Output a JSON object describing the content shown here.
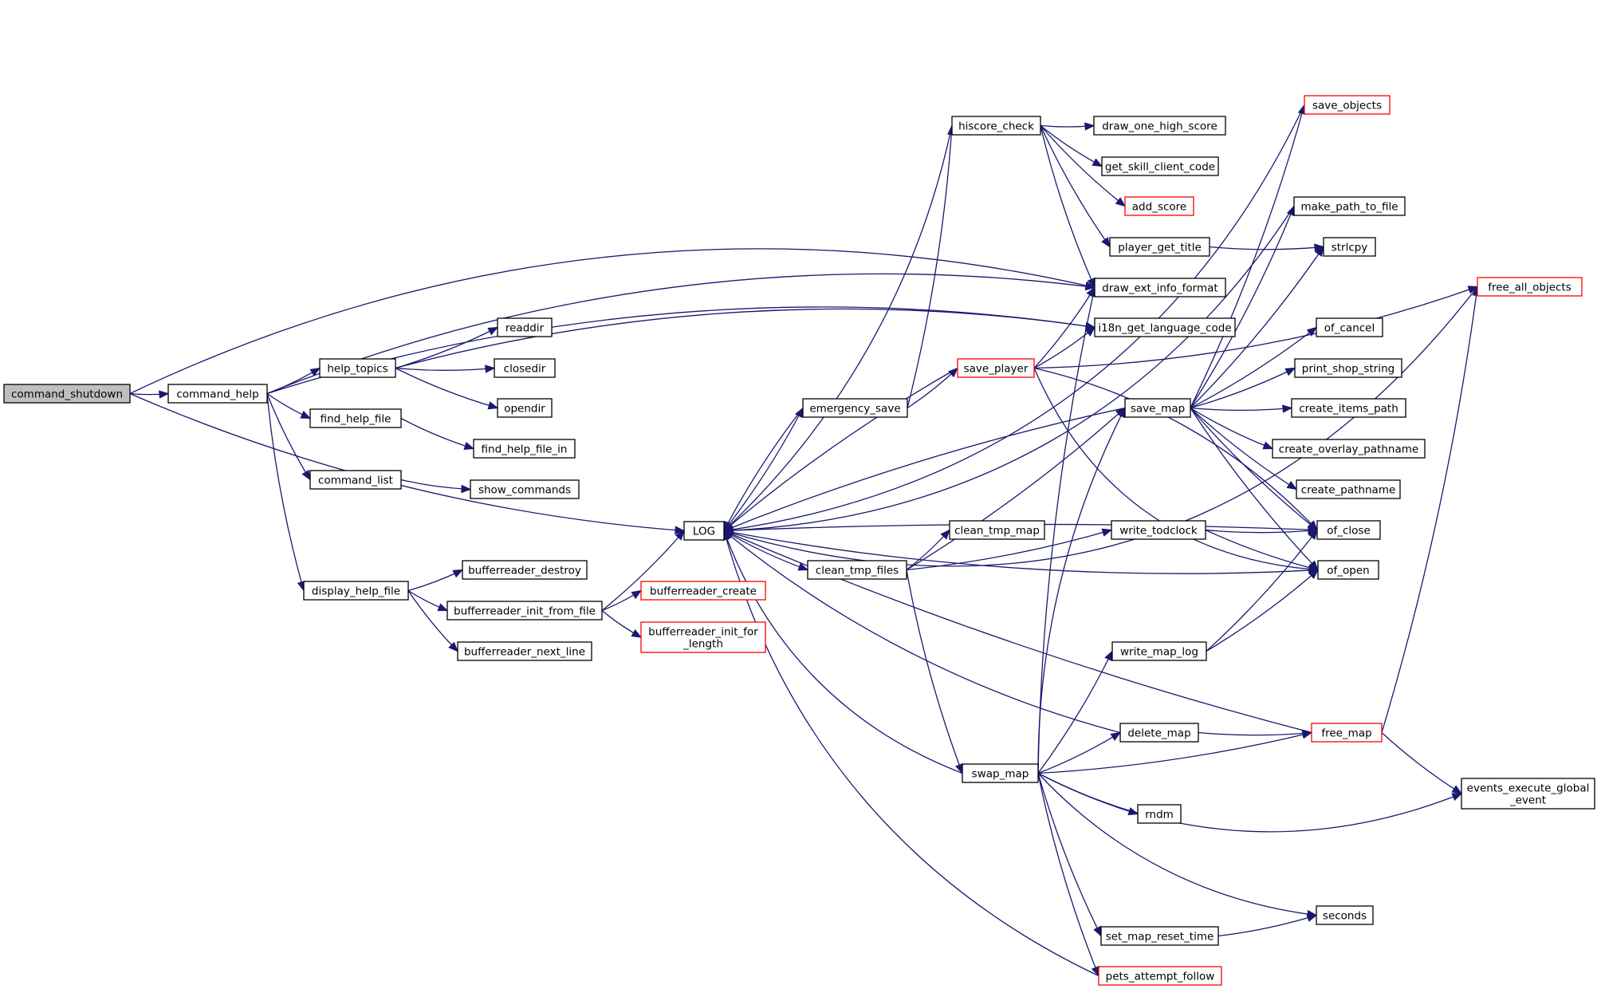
{
  "nodes": [
    {
      "id": "command_shutdown",
      "label": "command_shutdown",
      "style": "root"
    },
    {
      "id": "command_help",
      "label": "command_help"
    },
    {
      "id": "LOG",
      "label": "LOG"
    },
    {
      "id": "help_topics",
      "label": "help_topics"
    },
    {
      "id": "find_help_file",
      "label": "find_help_file"
    },
    {
      "id": "command_list",
      "label": "command_list"
    },
    {
      "id": "display_help_file",
      "label": "display_help_file"
    },
    {
      "id": "readdir",
      "label": "readdir"
    },
    {
      "id": "closedir",
      "label": "closedir"
    },
    {
      "id": "opendir",
      "label": "opendir"
    },
    {
      "id": "find_help_file_in",
      "label": "find_help_file_in"
    },
    {
      "id": "show_commands",
      "label": "show_commands"
    },
    {
      "id": "bufferreader_destroy",
      "label": "bufferreader_destroy"
    },
    {
      "id": "bufferreader_init_from_file",
      "label": "bufferreader_init_from_file"
    },
    {
      "id": "bufferreader_next_line",
      "label": "bufferreader_next_line"
    },
    {
      "id": "bufferreader_create",
      "label": "bufferreader_create",
      "style": "red"
    },
    {
      "id": "bufferreader_init_for_length",
      "label": "bufferreader_init_for\n_length",
      "style": "red"
    },
    {
      "id": "emergency_save",
      "label": "emergency_save"
    },
    {
      "id": "clean_tmp_files",
      "label": "clean_tmp_files"
    },
    {
      "id": "hiscore_check",
      "label": "hiscore_check"
    },
    {
      "id": "save_player",
      "label": "save_player",
      "style": "red"
    },
    {
      "id": "clean_tmp_map",
      "label": "clean_tmp_map"
    },
    {
      "id": "swap_map",
      "label": "swap_map"
    },
    {
      "id": "draw_one_high_score",
      "label": "draw_one_high_score"
    },
    {
      "id": "get_skill_client_code",
      "label": "get_skill_client_code"
    },
    {
      "id": "add_score",
      "label": "add_score",
      "style": "red"
    },
    {
      "id": "player_get_title",
      "label": "player_get_title"
    },
    {
      "id": "draw_ext_info_format",
      "label": "draw_ext_info_format"
    },
    {
      "id": "i18n_get_language_code",
      "label": "i18n_get_language_code"
    },
    {
      "id": "save_map",
      "label": "save_map"
    },
    {
      "id": "write_todclock",
      "label": "write_todclock"
    },
    {
      "id": "write_map_log",
      "label": "write_map_log"
    },
    {
      "id": "delete_map",
      "label": "delete_map"
    },
    {
      "id": "rndm",
      "label": "rndm"
    },
    {
      "id": "set_map_reset_time",
      "label": "set_map_reset_time"
    },
    {
      "id": "pets_attempt_follow",
      "label": "pets_attempt_follow",
      "style": "red"
    },
    {
      "id": "save_objects",
      "label": "save_objects",
      "style": "red"
    },
    {
      "id": "make_path_to_file",
      "label": "make_path_to_file"
    },
    {
      "id": "strlcpy",
      "label": "strlcpy"
    },
    {
      "id": "of_cancel",
      "label": "of_cancel"
    },
    {
      "id": "print_shop_string",
      "label": "print_shop_string"
    },
    {
      "id": "create_items_path",
      "label": "create_items_path"
    },
    {
      "id": "create_overlay_pathname",
      "label": "create_overlay_pathname"
    },
    {
      "id": "create_pathname",
      "label": "create_pathname"
    },
    {
      "id": "of_close",
      "label": "of_close"
    },
    {
      "id": "of_open",
      "label": "of_open"
    },
    {
      "id": "free_map",
      "label": "free_map",
      "style": "red"
    },
    {
      "id": "free_all_objects",
      "label": "free_all_objects",
      "style": "red"
    },
    {
      "id": "events_execute_global_event",
      "label": "events_execute_global\n_event"
    },
    {
      "id": "seconds",
      "label": "seconds"
    }
  ],
  "edges": [
    [
      "command_shutdown",
      "command_help"
    ],
    [
      "command_shutdown",
      "draw_ext_info_format"
    ],
    [
      "command_shutdown",
      "LOG"
    ],
    [
      "command_help",
      "help_topics"
    ],
    [
      "command_help",
      "find_help_file"
    ],
    [
      "command_help",
      "command_list"
    ],
    [
      "command_help",
      "display_help_file"
    ],
    [
      "command_help",
      "draw_ext_info_format"
    ],
    [
      "command_help",
      "i18n_get_language_code"
    ],
    [
      "help_topics",
      "readdir"
    ],
    [
      "help_topics",
      "closedir"
    ],
    [
      "help_topics",
      "opendir"
    ],
    [
      "help_topics",
      "i18n_get_language_code"
    ],
    [
      "find_help_file",
      "find_help_file_in"
    ],
    [
      "command_list",
      "show_commands"
    ],
    [
      "display_help_file",
      "bufferreader_destroy"
    ],
    [
      "display_help_file",
      "bufferreader_init_from_file"
    ],
    [
      "display_help_file",
      "bufferreader_next_line"
    ],
    [
      "bufferreader_init_from_file",
      "LOG"
    ],
    [
      "bufferreader_init_from_file",
      "bufferreader_create"
    ],
    [
      "bufferreader_init_from_file",
      "bufferreader_init_for_length"
    ],
    [
      "LOG",
      "emergency_save"
    ],
    [
      "LOG",
      "clean_tmp_files"
    ],
    [
      "emergency_save",
      "LOG"
    ],
    [
      "emergency_save",
      "hiscore_check"
    ],
    [
      "emergency_save",
      "save_player"
    ],
    [
      "clean_tmp_files",
      "clean_tmp_map"
    ],
    [
      "clean_tmp_files",
      "write_todclock"
    ],
    [
      "clean_tmp_files",
      "save_map"
    ],
    [
      "clean_tmp_files",
      "swap_map"
    ],
    [
      "hiscore_check",
      "draw_one_high_score"
    ],
    [
      "hiscore_check",
      "get_skill_client_code"
    ],
    [
      "hiscore_check",
      "add_score"
    ],
    [
      "hiscore_check",
      "player_get_title"
    ],
    [
      "hiscore_check",
      "draw_ext_info_format"
    ],
    [
      "hiscore_check",
      "LOG"
    ],
    [
      "player_get_title",
      "strlcpy"
    ],
    [
      "save_player",
      "LOG"
    ],
    [
      "save_player",
      "draw_ext_info_format"
    ],
    [
      "save_player",
      "i18n_get_language_code"
    ],
    [
      "save_player",
      "free_all_objects"
    ],
    [
      "save_player",
      "of_close"
    ],
    [
      "save_player",
      "of_open"
    ],
    [
      "save_map",
      "LOG"
    ],
    [
      "save_map",
      "save_objects"
    ],
    [
      "save_map",
      "make_path_to_file"
    ],
    [
      "save_map",
      "strlcpy"
    ],
    [
      "save_map",
      "of_cancel"
    ],
    [
      "save_map",
      "print_shop_string"
    ],
    [
      "save_map",
      "create_items_path"
    ],
    [
      "save_map",
      "create_overlay_pathname"
    ],
    [
      "save_map",
      "create_pathname"
    ],
    [
      "save_map",
      "of_close"
    ],
    [
      "save_map",
      "of_open"
    ],
    [
      "save_objects",
      "LOG"
    ],
    [
      "make_path_to_file",
      "LOG"
    ],
    [
      "free_all_objects",
      "LOG"
    ],
    [
      "write_todclock",
      "of_close"
    ],
    [
      "write_todclock",
      "of_open"
    ],
    [
      "write_map_log",
      "of_close"
    ],
    [
      "write_map_log",
      "of_open"
    ],
    [
      "swap_map",
      "draw_ext_info_format"
    ],
    [
      "swap_map",
      "save_map"
    ],
    [
      "swap_map",
      "write_map_log"
    ],
    [
      "swap_map",
      "delete_map"
    ],
    [
      "swap_map",
      "free_map"
    ],
    [
      "swap_map",
      "rndm"
    ],
    [
      "swap_map",
      "events_execute_global_event"
    ],
    [
      "swap_map",
      "seconds"
    ],
    [
      "swap_map",
      "set_map_reset_time"
    ],
    [
      "swap_map",
      "pets_attempt_follow"
    ],
    [
      "swap_map",
      "LOG"
    ],
    [
      "delete_map",
      "free_map"
    ],
    [
      "delete_map",
      "LOG"
    ],
    [
      "free_map",
      "LOG"
    ],
    [
      "free_map",
      "free_all_objects"
    ],
    [
      "free_map",
      "events_execute_global_event"
    ],
    [
      "set_map_reset_time",
      "seconds"
    ],
    [
      "pets_attempt_follow",
      "LOG"
    ],
    [
      "LOG",
      "of_close"
    ],
    [
      "LOG",
      "of_open"
    ]
  ],
  "colors": {
    "edge": "#191970",
    "node_border": "#000000",
    "highlight_border": "#ff0000",
    "root_fill": "#bfbfbf"
  }
}
